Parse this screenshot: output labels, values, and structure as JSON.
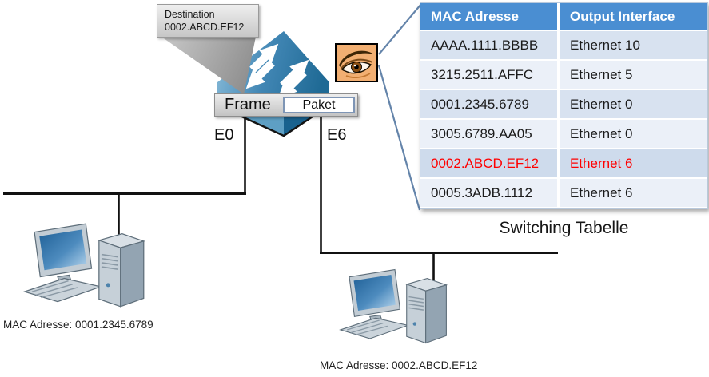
{
  "callout": {
    "line1": "Destination",
    "line2": "0002.ABCD.EF12"
  },
  "switch": {
    "frame_label": "Frame",
    "paket_label": "Paket",
    "port_left": "E0",
    "port_right": "E6"
  },
  "table": {
    "headers": [
      "MAC Adresse",
      "Output Interface"
    ],
    "rows": [
      {
        "mac": "AAAA.1111.BBBB",
        "iface": "Ethernet 10",
        "highlight": false
      },
      {
        "mac": "3215.2511.AFFC",
        "iface": "Ethernet 5",
        "highlight": false
      },
      {
        "mac": "0001.2345.6789",
        "iface": "Ethernet 0",
        "highlight": false
      },
      {
        "mac": "3005.6789.AA05",
        "iface": "Ethernet 0",
        "highlight": false
      },
      {
        "mac": "0002.ABCD.EF12",
        "iface": "Ethernet 6",
        "highlight": true
      },
      {
        "mac": "0005.3ADB.1112",
        "iface": "Ethernet 6",
        "highlight": false
      }
    ],
    "caption": "Switching Tabelle"
  },
  "hosts": {
    "left_label": "MAC Adresse: 0001.2345.6789",
    "right_label": "MAC Adresse: 0002.ABCD.EF12"
  },
  "colors": {
    "table_header_bg": "#4A8ED2",
    "table_row_odd": "#D8E2F0",
    "table_row_even": "#EBF0F8",
    "table_row_highlight_bg": "#CEDBEC",
    "highlight_text": "#FF0000",
    "switch_blue": "#4186B4",
    "cone_line": "#6484AA",
    "eye_bg": "#F2AF72",
    "wire_black": "#111111"
  }
}
